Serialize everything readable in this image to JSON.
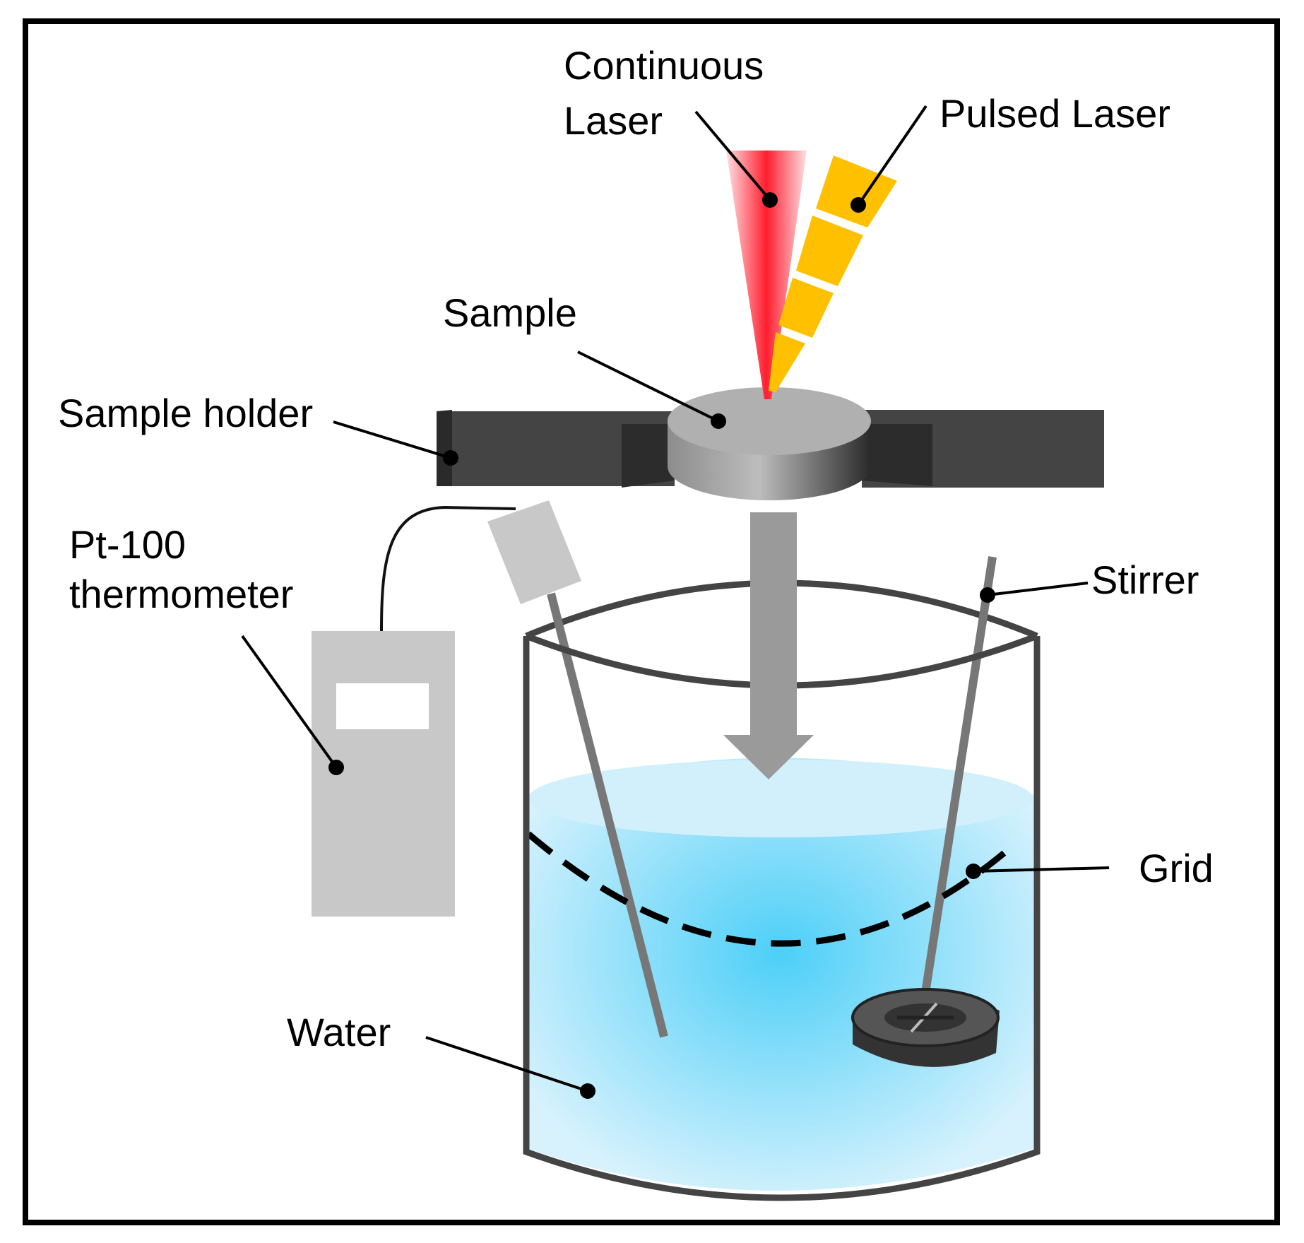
{
  "labels": {
    "continuous_laser_line1": "Continuous",
    "continuous_laser_line2": "Laser",
    "pulsed_laser": "Pulsed Laser",
    "sample": "Sample",
    "sample_holder": "Sample holder",
    "thermometer_line1": "Pt-100",
    "thermometer_line2": "thermometer",
    "stirrer": "Stirrer",
    "grid": "Grid",
    "water": "Water"
  },
  "colors": {
    "continuous_laser": "#ff3b47",
    "pulsed_laser": "#ffc000",
    "holder": "#3a3a3a",
    "sample": "#b0b0b0",
    "thermometer": "#c8c8c8",
    "water_light": "#d8f2fd",
    "water_dark": "#4dcff7",
    "arrow": "#9a9a9a",
    "stirrer": "#7a7a7a"
  },
  "icons": {
    "stirrer_magnet": "magnetic-stir-bar-icon",
    "flow_arrow": "down-arrow-icon"
  }
}
